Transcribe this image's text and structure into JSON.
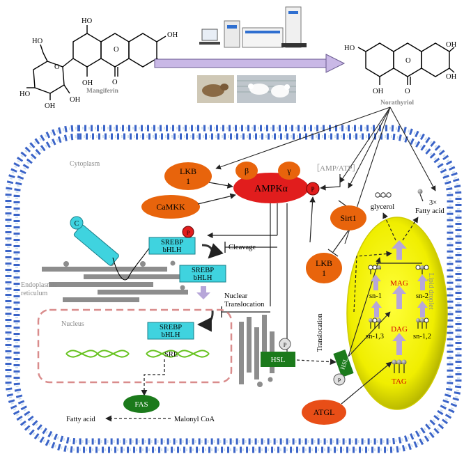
{
  "compounds": {
    "mangiferin": "Mangiferin",
    "norathyriol": "Norathyriol",
    "oh": "OH",
    "ho": "HO",
    "o": "O"
  },
  "labels": {
    "cytoplasm": "Cytoplasm",
    "er": [
      "Endoplasmic",
      "reticulum"
    ],
    "nucleus": "Nucleus",
    "lipid_droplet": "Lipid droplet",
    "amp_atp": "［AMP/ATP］",
    "cleavage": "Cleavage",
    "nuclear_translocation": [
      "Nuclear",
      "Translocation"
    ],
    "translocation": "Translocation",
    "glycerol": "glycerol",
    "fatty_acid_top": "Fatty acid",
    "three_x": "3×",
    "fatty_acid_bottom": "Fatty acid",
    "malonyl_coa": "Malonyl CoA",
    "sre": "SRE"
  },
  "nodes": {
    "lkb1_left": [
      "LKB",
      "1"
    ],
    "lkb1_right": [
      "LKB",
      "1"
    ],
    "camkk": "CaMKK",
    "ampk": "AMPKα",
    "beta": "β",
    "gamma": "γ",
    "p": "P",
    "sirt1": "Sirt1",
    "srebp": [
      "SREBP",
      "bHLH"
    ],
    "hsl": "HSL",
    "fas": "FAS",
    "atgl": "ATGL",
    "mag": "MAG",
    "dag": "DAG",
    "tag": "TAG",
    "sn1": "sn-1",
    "sn2": "sn-2",
    "sn13": "sn-1,3",
    "sn12": "sn-1,2"
  },
  "colors": {
    "orange": "#e8640c",
    "ampk_red": "#e11d1d",
    "cyan": "#3fd3df",
    "green": "#1b7a1b",
    "arrow_purple": "#b7a6d9",
    "droplet_yellow": "#f2f000",
    "membrane_blue": "#3b64c8"
  }
}
